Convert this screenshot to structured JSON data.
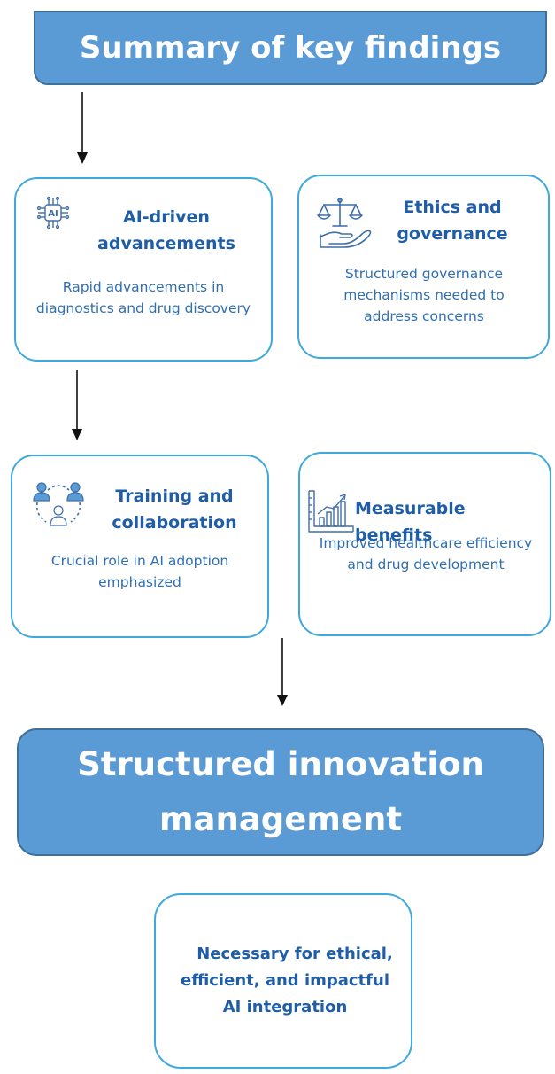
{
  "header": {
    "title": "Summary of key findings"
  },
  "cards": [
    {
      "title_line1": "AI-driven",
      "title_line2": "advancements",
      "desc_line1": "Rapid advancements in",
      "desc_line2": "diagnostics and drug discovery",
      "icon": "ai-chip-icon"
    },
    {
      "title_line1": "Ethics and",
      "title_line2": "governance",
      "desc_line1": "Structured governance",
      "desc_line2": "mechanisms needed to",
      "desc_line3": "address concerns",
      "icon": "scales-in-hand-icon"
    },
    {
      "title_line1": "Training and",
      "title_line2": "collaboration",
      "desc_line1": "Crucial role in AI adoption",
      "desc_line2": "emphasized",
      "icon": "team-network-icon"
    },
    {
      "title_line1": "Measurable benefits",
      "desc_line1": "Improved healthcare efficiency",
      "desc_line2": "and drug development",
      "icon": "growth-chart-icon"
    }
  ],
  "outcome": {
    "title_line1": "Structured innovation",
    "title_line2": "management"
  },
  "conclusion": {
    "line1": "Necessary for ethical,",
    "line2": "efficient, and impactful",
    "line3": "AI integration"
  },
  "colors": {
    "banner_fill": "#5b9bd5",
    "banner_border": "#3e6f99",
    "card_border": "#3fa9dd",
    "title_text": "#1f5ea7",
    "body_text": "#2f6fb0"
  }
}
